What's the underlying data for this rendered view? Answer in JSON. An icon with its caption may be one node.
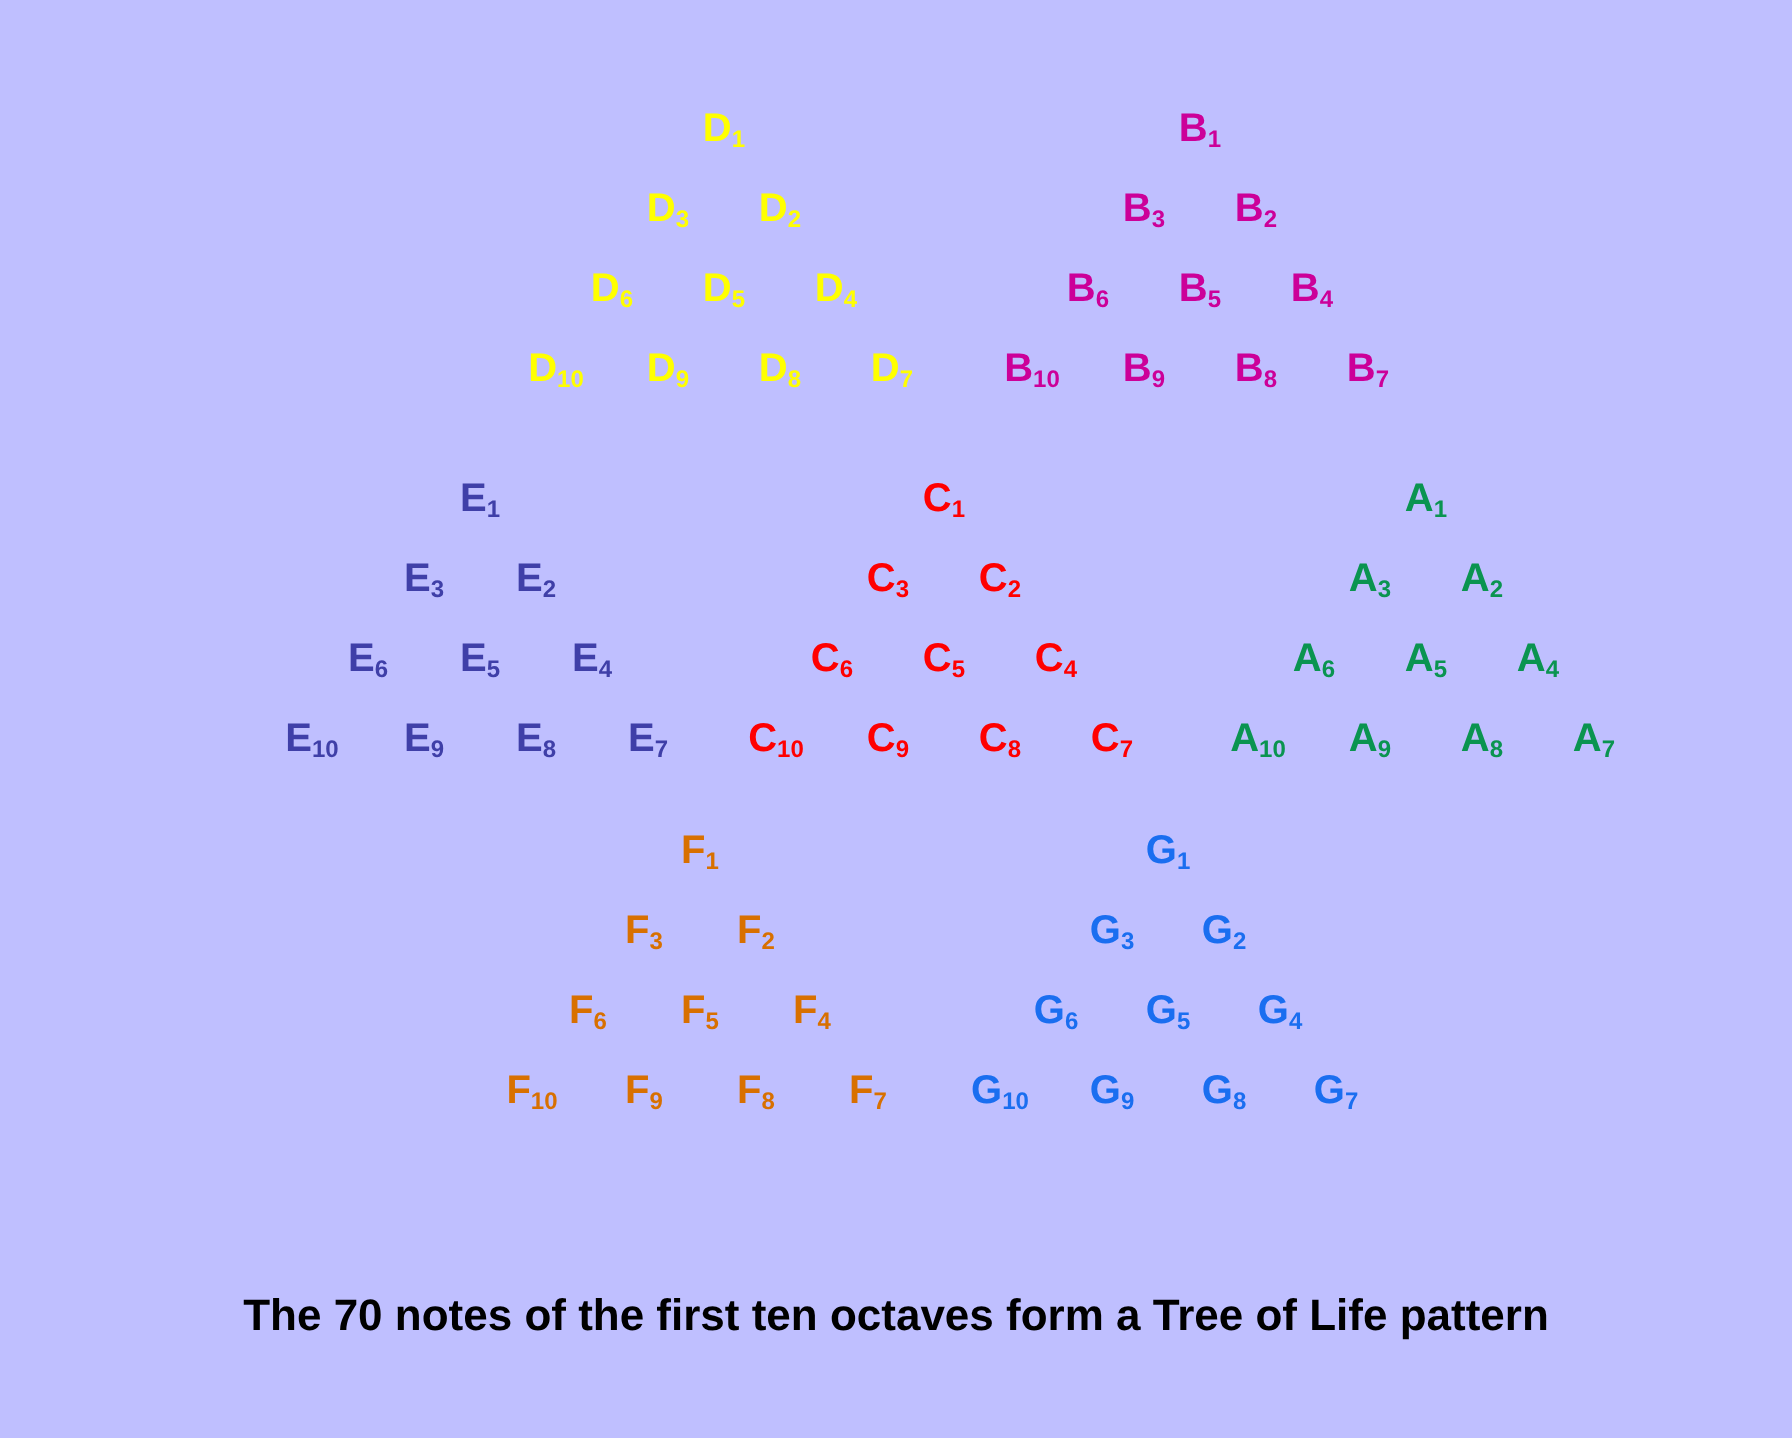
{
  "diagram": {
    "caption": "The 70 notes of the first ten octaves form a Tree of Life pattern",
    "labels": [
      "D$_{1}$",
      "D$_{3}$",
      "D$_{2}$",
      "D$_{6}$",
      "D$_{5}$",
      "D$_{4}$",
      "D$_{10}$",
      "D$_{9}$",
      "D$_{8}$",
      "D$_{7}$",
      "B$_{1}$",
      "B$_{3}$",
      "B$_{2}$",
      "B$_{6}$",
      "B$_{5}$",
      "B$_{4}$",
      "B$_{10}$",
      "B$_{9}$",
      "B$_{8}$",
      "B$_{7}$",
      "E$_{1}$",
      "E$_{3}$",
      "E$_{2}$",
      "E$_{6}$",
      "E$_{5}$",
      "E$_{4}$",
      "E$_{10}$",
      "E$_{9}$",
      "E$_{8}$",
      "E$_{7}$",
      "C$_{1}$",
      "C$_{3}$",
      "C$_{2}$",
      "C$_{6}$",
      "C$_{5}$",
      "C$_{4}$",
      "C$_{10}$",
      "C$_{9}$",
      "C$_{8}$",
      "C$_{7}$",
      "A$_{1}$",
      "A$_{3}$",
      "A$_{2}$",
      "A$_{6}$",
      "A$_{5}$",
      "A$_{4}$",
      "A$_{10}$",
      "A$_{9}$",
      "A$_{8}$",
      "A$_{7}$",
      "F$_{1}$",
      "F$_{3}$",
      "F$_{2}$",
      "F$_{6}$",
      "F$_{5}$",
      "F$_{4}$",
      "F$_{10}$",
      "F$_{9}$",
      "F$_{8}$",
      "F$_{7}$",
      "G$_{1}$",
      "G$_{3}$",
      "G$_{2}$",
      "G$_{6}$",
      "G$_{5}$",
      "G$_{4}$",
      "G$_{10}$",
      "G$_{9}$",
      "G$_{8}$",
      "G$_{7}$"
    ]
  }
}
